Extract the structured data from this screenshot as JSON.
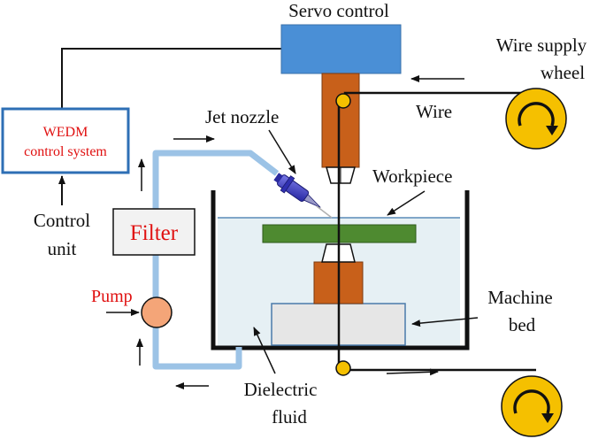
{
  "labels": {
    "servo_control": "Servo control",
    "wire_supply_line1": "Wire supply",
    "wire_supply_line2": "wheel",
    "wire": "Wire",
    "jet_nozzle": "Jet nozzle",
    "wedm_line1": "WEDM",
    "wedm_line2": "control system",
    "workpiece": "Workpiece",
    "control_unit_line1": "Control",
    "control_unit_line2": "unit",
    "filter": "Filter",
    "pump": "Pump",
    "machine_bed_line1": "Machine",
    "machine_bed_line2": "bed",
    "dielectric_line1": "Dielectric",
    "dielectric_line2": "fluid"
  },
  "colors": {
    "servo_box": "#4a8fd6",
    "electrode": "#c8601a",
    "workpiece": "#4e8a30",
    "wheel": "#f5c000",
    "pipe": "#9cc3e6",
    "fluid": "#e6f0f4",
    "tank": "#1a1a1a",
    "wedm_border": "#2e6fb5",
    "text_red": "#e01010",
    "pump": "#f4a578",
    "nozzle": "#3a3ac8",
    "bed": "#e6e6e6"
  }
}
